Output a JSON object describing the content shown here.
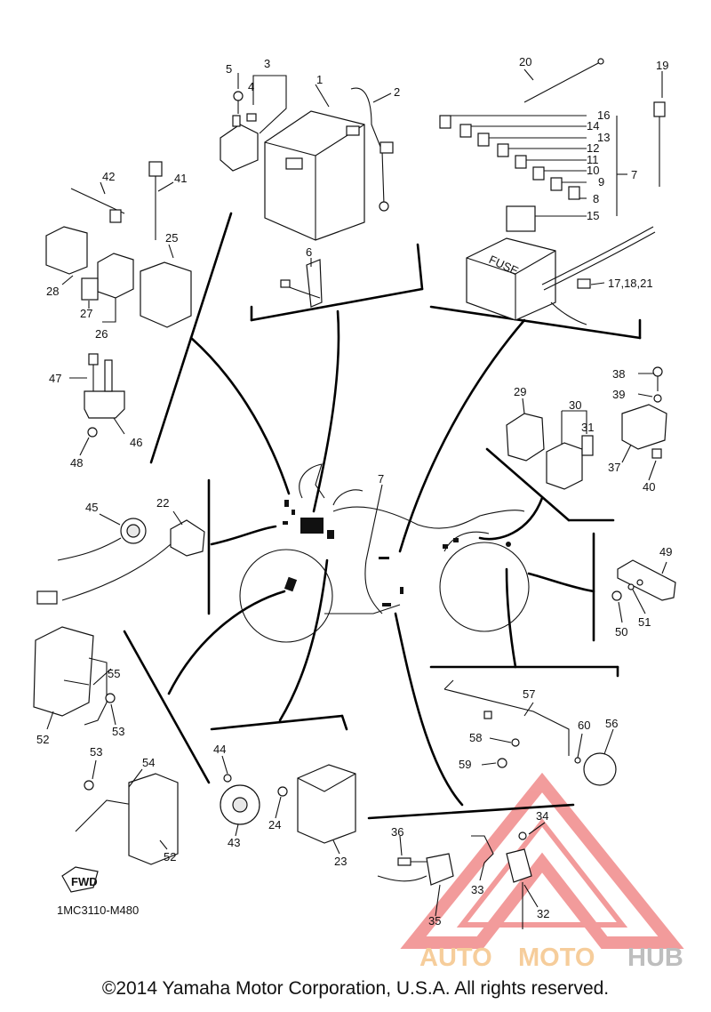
{
  "diagram": {
    "code": "1MC3110-M480",
    "fwd_label": "FWD",
    "footer": "©2014 Yamaha Motor Corporation, U.S.A. All rights reserved.",
    "watermark": {
      "auto": "AUTO",
      "moto": "MOTO",
      "hub": "HUB",
      "colors": {
        "auto": "#f0a64a",
        "moto": "#f0a64a",
        "hub": "#8a8a8a",
        "logo": "#e84a4a"
      }
    },
    "callouts": {
      "c1": "1",
      "c2": "2",
      "c3": "3",
      "c4": "4",
      "c5": "5",
      "c6": "6",
      "c7": "7",
      "c8": "8",
      "c9": "9",
      "c10": "10",
      "c11": "11",
      "c12": "12",
      "c13": "13",
      "c14": "14",
      "c15": "15",
      "c16": "16",
      "c17": "17,18,21",
      "c19": "19",
      "c20": "20",
      "c22": "22",
      "c23": "23",
      "c24": "24",
      "c25": "25",
      "c26": "26",
      "c27": "27",
      "c28": "28",
      "c29": "29",
      "c30": "30",
      "c31": "31",
      "c32": "32",
      "c33": "33",
      "c34": "34",
      "c35": "35",
      "c36": "36",
      "c37": "37",
      "c38": "38",
      "c39": "39",
      "c40": "40",
      "c41": "41",
      "c42": "42",
      "c43": "43",
      "c44": "44",
      "c45": "45",
      "c46": "46",
      "c47": "47",
      "c48": "48",
      "c49": "49",
      "c50": "50",
      "c51": "51",
      "c52a": "52",
      "c52b": "52",
      "c53a": "53",
      "c53b": "53",
      "c54": "54",
      "c55": "55",
      "c56": "56",
      "c57": "57",
      "c58": "58",
      "c59": "59",
      "c60": "60",
      "c7b": "7"
    },
    "fuse_label": "FUSE"
  }
}
